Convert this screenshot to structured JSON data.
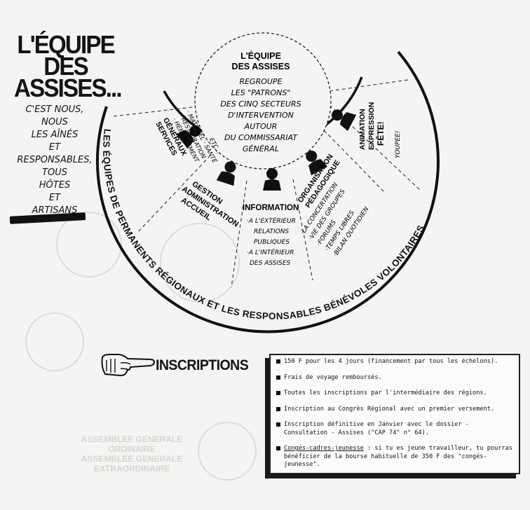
{
  "title": {
    "line1": "L'ÉQUIPE",
    "line2": "DES",
    "line3": "ASSISES..."
  },
  "note": {
    "lines": [
      "C'EST NOUS,",
      "NOUS",
      "LES AÎNÉS",
      "ET",
      "RESPONSABLES,",
      "TOUS",
      "HÔTES",
      "ET",
      "ARTISANS"
    ]
  },
  "center": {
    "line1": "L'ÉQUIPE",
    "line2": "DES ASSISES",
    "lines": [
      "REGROUPE",
      "LES \"PATRONS\"",
      "DES CINQ SECTEURS",
      "D'INTERVENTION",
      "AUTOUR",
      "DU COMMISSARIAT",
      "GÉNÉRAL"
    ]
  },
  "sectors": {
    "services": {
      "title_lines": [
        "SERVICES",
        "GÉNÉRAUX"
      ],
      "items": [
        "· HÉBERGEMENT",
        "· RESTAURATION",
        "· MATÉRIEL · SANTÉ",
        "ETC..."
      ]
    },
    "gestion": {
      "title_lines": [
        "GESTION",
        "ADMINISTRATION",
        "ACCUEIL"
      ]
    },
    "information": {
      "title": "INFORMATION",
      "items": [
        "·A L'EXTÉRIEUR",
        "RELATIONS",
        "PUBLIQUES",
        "·A L'INTÉRIEUR",
        "DES ASSISES"
      ]
    },
    "organisation": {
      "title_lines": [
        "ORGANISATION",
        "PÉDAGOGIQUE"
      ],
      "items": [
        "·LA CONCERTATION",
        "·VIE DES GROUPES",
        "·FORUMS",
        "·TEMPS LIBRES",
        "·BILAN QUOTIDIEN"
      ]
    },
    "animation": {
      "title_lines": [
        "ANIMATION",
        "EXPRESSION",
        "FÊTE!"
      ],
      "note": "YOUPEE!"
    }
  },
  "band": {
    "left": "LES ÉQUIPES DE PERMANENTS RÉGIONAUX ET LES RESPONSABLES BÉNÉVOLES VOLONTAIRES"
  },
  "inscriptions": {
    "title": "INSCRIPTIONS",
    "items": [
      {
        "lead": "",
        "text": "150 F pour les 4 jours (financement par tous les échelons)."
      },
      {
        "lead": "",
        "text": "Frais de voyage remboursés."
      },
      {
        "lead": "",
        "text": "Toutes les inscriptions par l'intermédiaire des régions."
      },
      {
        "lead": "",
        "text": "Inscription au Congrès Régional avec un premier versement."
      },
      {
        "lead": "",
        "text": "Inscription définitive en Janvier avec le dossier - Consultation - Assises (\"CAP 74\" n° 64)."
      },
      {
        "lead": "Congés-cadres-jeunesse",
        "text": " : si tu es jeune travailleur, tu pourras bénéficier de la bourse habituelle de 350 F des \"congés-jeunesse\"."
      }
    ]
  },
  "ghost": {
    "line1": "ASSEMBLEE GENERALE",
    "line2": "ORDINAIRE",
    "line3": "ASSEMBLEE GENERALE",
    "line4": "EXTRAORDINAIRE"
  },
  "colors": {
    "ink": "#141414",
    "paper": "#f4f4f2",
    "ghost": "#d6d6d4"
  }
}
